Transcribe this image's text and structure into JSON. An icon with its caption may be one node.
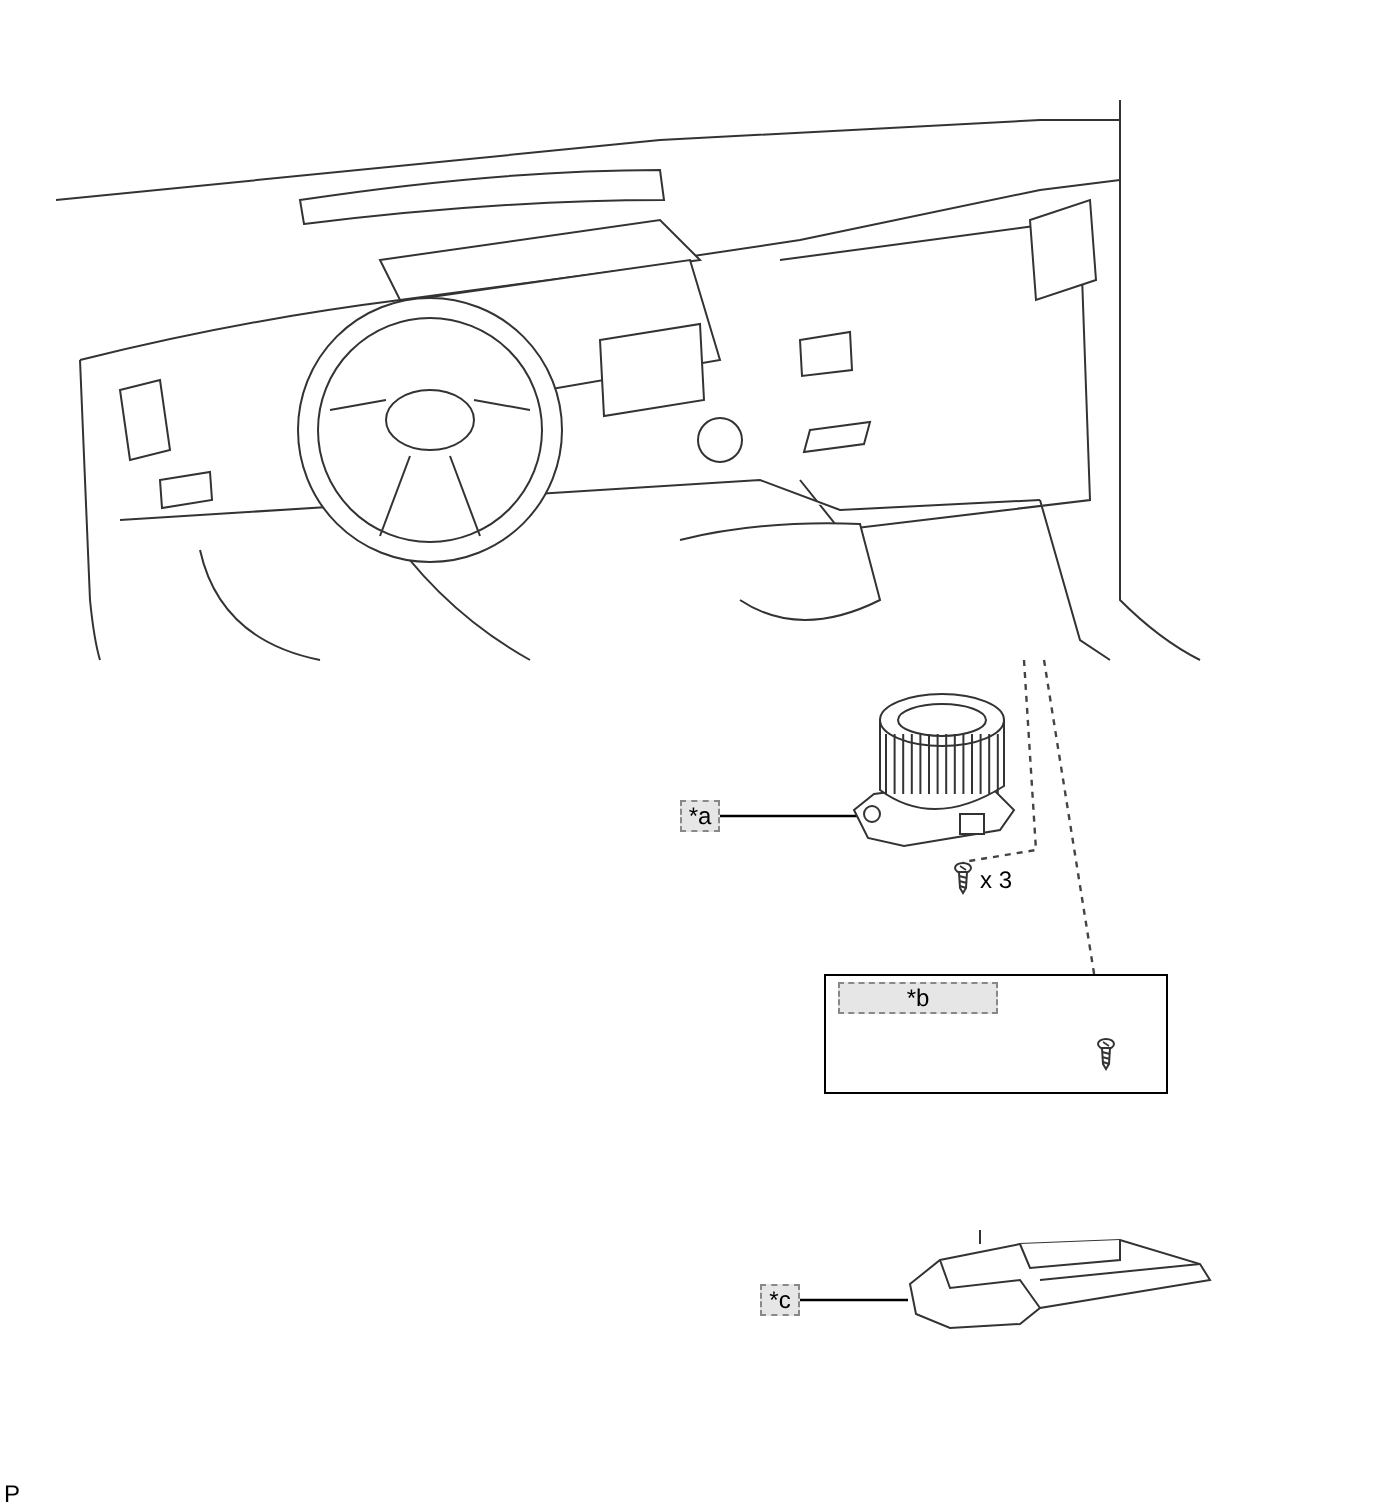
{
  "diagram": {
    "nodes": [
      {
        "text": [],
        "shape": "picture"
      },
      {
        "text": [
          "*a"
        ]
      },
      {
        "text": [],
        "shape": "picture"
      },
      {
        "text": [],
        "shape": "picture",
        "beside": [
          "x 3"
        ]
      },
      {
        "text": [
          "*b"
        ]
      },
      {
        "text": [],
        "shape": "picture",
        "in": 4
      },
      {
        "text": [
          "*c"
        ]
      },
      {
        "text": [],
        "shape": "picture"
      }
    ],
    "edges": [
      {
        "from": 0,
        "to": 3,
        "arrow": "none",
        "style": "dashed"
      },
      {
        "from": 0,
        "to": 5,
        "arrow": "none",
        "style": "dashed"
      },
      {
        "from": 1,
        "to": 2,
        "arrow": "none"
      },
      {
        "from": 6,
        "to": 7,
        "arrow": "none"
      }
    ],
    "labels": [
      "P"
    ]
  }
}
